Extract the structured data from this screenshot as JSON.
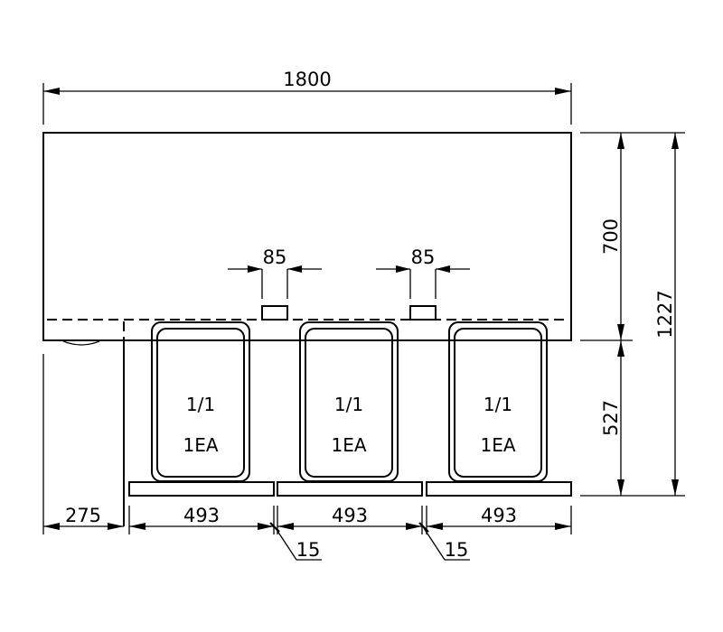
{
  "dimensions": {
    "total_width": "1800",
    "top_height": "700",
    "total_height": "1227",
    "bottom_height": "527",
    "left_offset": "275",
    "pan_spacing": "493",
    "gap": "15",
    "opening_width": "85"
  },
  "pans": [
    {
      "size": "1/1",
      "qty": "1EA"
    },
    {
      "size": "1/1",
      "qty": "1EA"
    },
    {
      "size": "1/1",
      "qty": "1EA"
    }
  ]
}
